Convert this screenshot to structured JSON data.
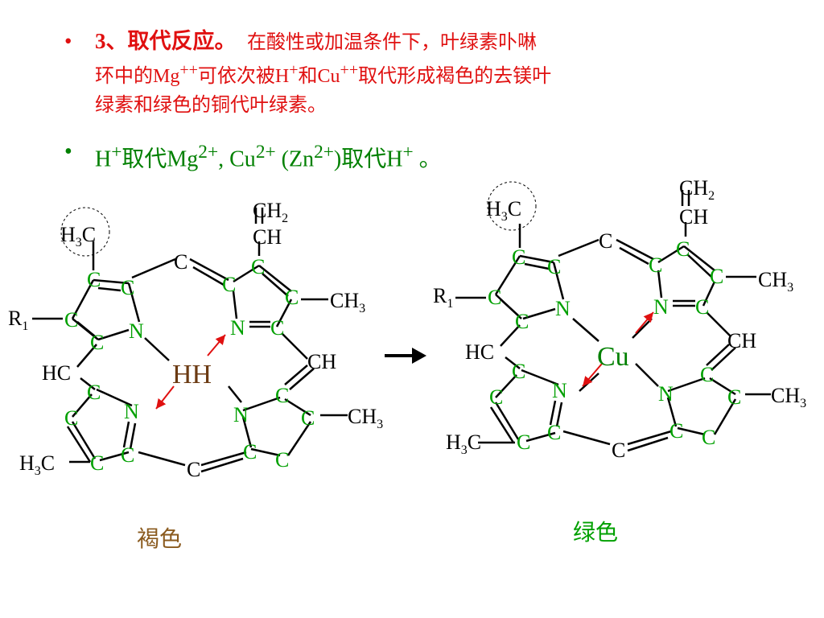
{
  "bullet1": {
    "marker": "•",
    "lead": "3、取代反应。",
    "line1": "在酸性或加温条件下，叶绿素卟啉",
    "line2_a": "环中的Mg",
    "line2_b": "可依次被H",
    "line2_c": "和Cu",
    "line2_d": "取代形成褐色的去镁叶",
    "line3": "绿素和绿色的铜代叶绿素。",
    "sup_pp": "++",
    "sup_p": "+"
  },
  "bullet2": {
    "marker": "•",
    "t1": "H",
    "s1": "+",
    "t2": "取代Mg",
    "s2": "2+",
    "t3": ", Cu",
    "s3": "2+",
    "t4": " (Zn",
    "s4": "2+",
    "t5": ")取代H",
    "s5": "+",
    "t6": " 。"
  },
  "left_molecule": {
    "center": "HH",
    "atoms": {
      "C": "C",
      "N": "N"
    },
    "groups": {
      "ch2": "CH",
      "ch2_sub": "2",
      "ch": "CH",
      "ch3": "CH",
      "ch3_sub": "3",
      "h3c": "H",
      "h3c_sub": "3",
      "h3c_c": "C",
      "hc": "HC",
      "r1": "R",
      "r1_sub": "1"
    }
  },
  "right_molecule": {
    "center": "Cu",
    "atoms": {
      "C": "C",
      "N": "N"
    },
    "groups": {
      "ch2": "CH",
      "ch2_sub": "2",
      "ch": "CH",
      "ch3": "CH",
      "ch3_sub": "3",
      "h3c": "H",
      "h3c_sub": "3",
      "h3c_c": "C",
      "hc": "HC",
      "r1": "R",
      "r1_sub": "1"
    }
  },
  "labels": {
    "left": "褐色",
    "right": "绿色"
  },
  "colors": {
    "red": "#e01010",
    "green": "#008000",
    "atom_green": "#00a000",
    "brown": "#8a5a1e",
    "arrow_red": "#e01010"
  }
}
